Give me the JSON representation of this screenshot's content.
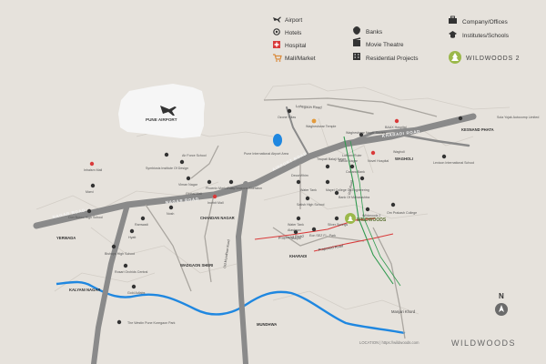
{
  "legend": {
    "col1": [
      "Airport",
      "Hotels",
      "Hospital",
      "Mall/Market"
    ],
    "col2": [
      "Banks",
      "Movie Theatre",
      "Residential Projects"
    ],
    "col3": [
      "Company/Offices",
      "Institutes/Schools"
    ],
    "brand_label": "WILDWOODS 2"
  },
  "map": {
    "airport_label": "PUNE AIRPORT",
    "roads": {
      "nagar_road": "NAGAR ROAD",
      "airport_road": "AIRPORT ROAD",
      "lohegaon_road": "Lohegaon Road",
      "proposed_road_1": "Proposed Road",
      "proposed_road_2": "Proposed Road",
      "rail_road": "Rail Road",
      "old_mundhwa_road": "Old Mundhwa Road",
      "nagar_road_2": "NAGAR ROAD",
      "kharadi_road": "KHARADI ROAD"
    },
    "areas": [
      "KESNAND PHATA",
      "WAGHOLI",
      "CHANDAN NAGAR",
      "KHARADI",
      "WADGAON SHERI",
      "YERWADA",
      "KALYANI NAGAR",
      "MUNDHWA",
      "Manjari Khurd"
    ],
    "pois": [
      "Ozone Villas",
      "Wagheshwar Temple",
      "Wagheshwar Nagar Society",
      "BAAX Hospital",
      "Sola Yojak Autocomp Limited",
      "Lexicon International School",
      "Wagholi",
      "Novel Hospital",
      "Canara Bank",
      "Lotham Ruler",
      "Tirupati Balaji Nayer",
      "Pune International Airport Area",
      "Air Force School",
      "Symbiosis Institute Of Design",
      "Viman Nagar",
      "Phoenix Market City",
      "Global Mall",
      "Four Seasons Sheraton",
      "Inorbit Mall",
      "Nosh",
      "Ramwadi",
      "Hyatt",
      "Bishops High School",
      "Rosari Orchids Central",
      "Gold Adlabs",
      "The Westin Pune Koregaon Park",
      "Marvi",
      "Don Bosco High School",
      "Inhalsm Mall",
      "DecorWhim",
      "Water Tank",
      "Satish High School",
      "Water Tank",
      "Alaskaan",
      "Marple",
      "Eon SEZ Fl - Park",
      "Ashok Nagar",
      "Mayel College Of Engineering",
      "Bank Of Maharashtra",
      "Om Prakash College",
      "Wildwoods 2",
      "Silver Springs"
    ],
    "wildwoods_label": "WILDWOODS",
    "north": "N",
    "location_note": "LOCATION  |  https://wildwoods.com",
    "brand_footer": "WILDWOODS"
  },
  "colors": {
    "background": "#e6e2dc",
    "road": "#8a8a8a",
    "river": "#1f87e0",
    "proposed_road": "#d93a3a",
    "rail": "#2f9a4e",
    "airport_zone": "#f6f6f6",
    "brand": "#9bb84a"
  }
}
